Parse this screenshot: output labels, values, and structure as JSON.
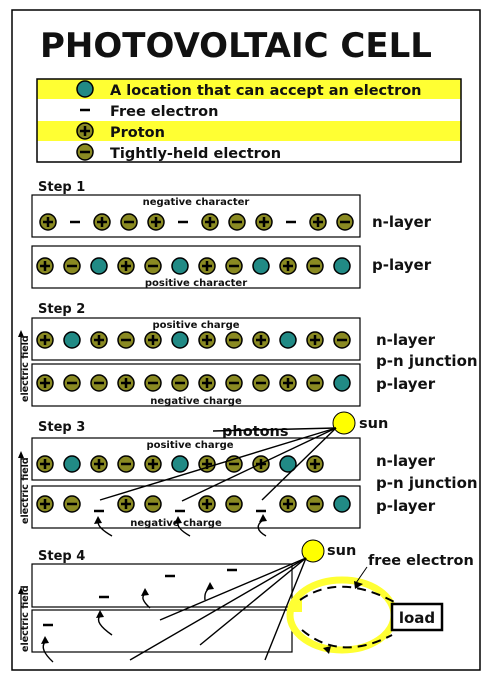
{
  "title": "PHOTOVOLTAIC CELL",
  "legend": [
    {
      "symbol": "hole",
      "label": "A location that can accept an electron"
    },
    {
      "symbol": "free",
      "label": "Free electron"
    },
    {
      "symbol": "proton",
      "label": "Proton"
    },
    {
      "symbol": "held",
      "label": "Tightly-held electron"
    }
  ],
  "colors": {
    "highlight": "#ffff33",
    "proton": "#8a8a22",
    "hole": "#218a85",
    "sun": "#ffff00",
    "wire": "#ffff33"
  },
  "steps": {
    "step1": {
      "label": "Step 1",
      "n_caption": "negative character",
      "p_caption": "positive character",
      "n_label": "n-layer",
      "p_label": "p-layer",
      "n_row": [
        "P",
        "F",
        "P",
        "H",
        "P",
        "F",
        "P",
        "H",
        "P",
        "F",
        "P",
        "H"
      ],
      "p_row": [
        "P",
        "H",
        "O",
        "P",
        "H",
        "O",
        "P",
        "H",
        "O",
        "P",
        "H",
        "O"
      ]
    },
    "step2": {
      "label": "Step 2",
      "n_caption": "positive charge",
      "p_caption": "negative charge",
      "n_label": "n-layer",
      "junction_label": "p-n junction",
      "p_label": "p-layer",
      "field_label": "electric field",
      "n_row": [
        "P",
        "O",
        "P",
        "H",
        "P",
        "O",
        "P",
        "H",
        "P",
        "O",
        "P",
        "H"
      ],
      "p_row": [
        "P",
        "H",
        "H",
        "P",
        "H",
        "H",
        "P",
        "H",
        "H",
        "P",
        "H",
        "O"
      ]
    },
    "step3": {
      "label": "Step 3",
      "photons_label": "photons",
      "sun_label": "sun",
      "n_caption": "positive charge",
      "p_caption": "negative charge",
      "n_label": "n-layer",
      "junction_label": "p-n junction",
      "p_label": "p-layer",
      "field_label": "electric field",
      "n_row": [
        "P",
        "O",
        "P",
        "H",
        "P",
        "O",
        "P",
        "H",
        "P",
        "O",
        "P"
      ],
      "p_row": [
        "P",
        "H",
        "F",
        "P",
        "H",
        "F",
        "P",
        "H",
        "F",
        "P",
        "H",
        "O"
      ]
    },
    "step4": {
      "label": "Step 4",
      "sun_label": "sun",
      "free_electron_label": "free electron",
      "load_label": "load",
      "field_label": "electric field"
    }
  }
}
